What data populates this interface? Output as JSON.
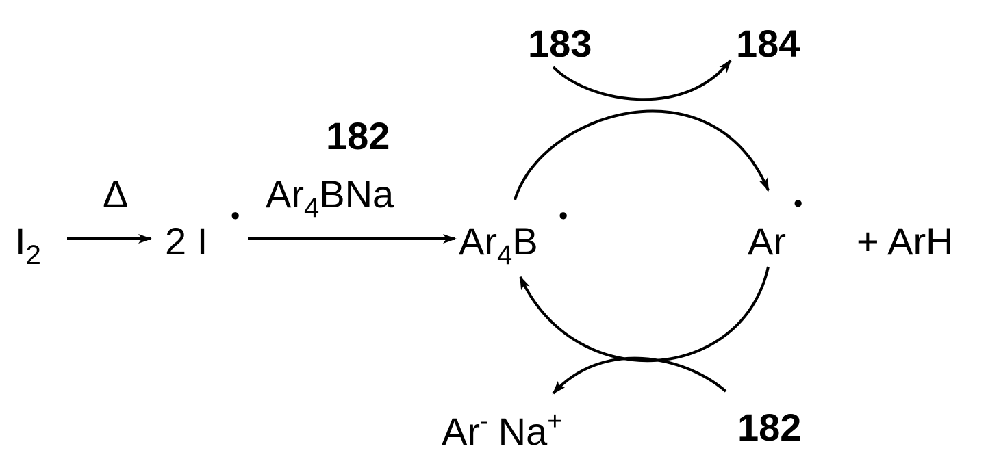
{
  "scheme": {
    "reactant": {
      "symbol": "I",
      "subscript": "2"
    },
    "heat_symbol": "Δ",
    "iodine_radical": {
      "coefficient": "2",
      "symbol": "I",
      "radical": "•"
    },
    "reagent_arrow": {
      "compound_number": "182",
      "formula": {
        "part1": "Ar",
        "subscript": "4",
        "part2": "BNa"
      }
    },
    "borate_radical": {
      "part1": "Ar",
      "subscript": "4",
      "part2": "B",
      "radical": "•"
    },
    "aryl_radical": {
      "symbol": "Ar",
      "radical": "•"
    },
    "aryl_radical_product": "+ ArH",
    "top_cycle": {
      "reactant": "183",
      "product": "184"
    },
    "bottom_cycle": {
      "reactant": "182",
      "product": {
        "anion": "Ar",
        "anion_charge": "-",
        "cation": "Na",
        "cation_charge": "+"
      }
    }
  }
}
